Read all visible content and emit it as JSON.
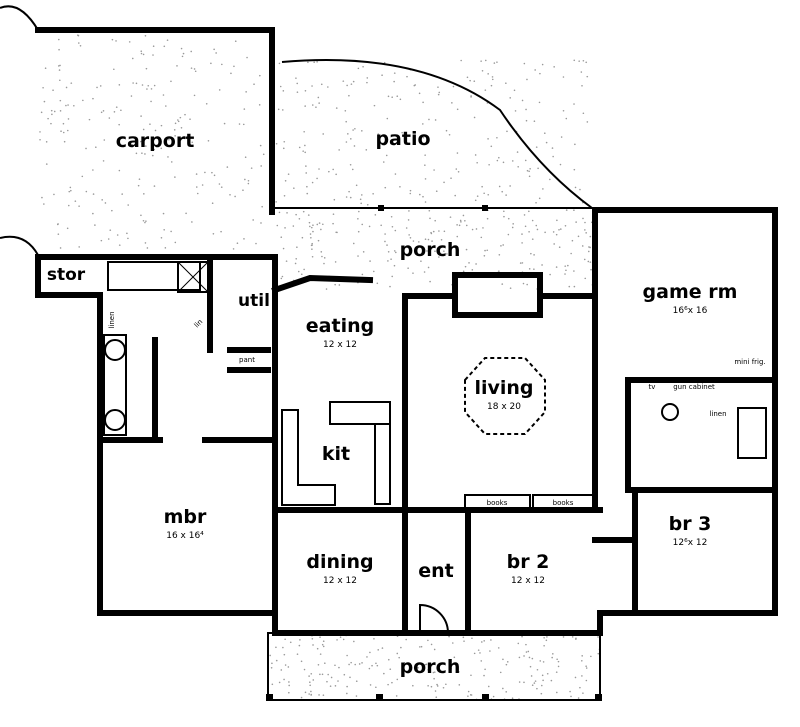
{
  "rooms": {
    "carport": {
      "name": "carport"
    },
    "patio": {
      "name": "patio"
    },
    "rear_porch": {
      "name": "porch"
    },
    "stor": {
      "name": "stor"
    },
    "util": {
      "name": "util"
    },
    "linen_mbr": {
      "name": "linen"
    },
    "lin": {
      "name": "lin"
    },
    "pant": {
      "name": "pant"
    },
    "eating": {
      "name": "eating",
      "size": "12 x 12"
    },
    "kit": {
      "name": "kit"
    },
    "living": {
      "name": "living",
      "size": "18 x 20"
    },
    "game_rm": {
      "name": "game rm",
      "size": "16⁶x 16"
    },
    "mini_frig": {
      "name": "mini frig."
    },
    "tv": {
      "name": "tv"
    },
    "gun_cabinet": {
      "name": "gun cabinet"
    },
    "linen_bath": {
      "name": "linen"
    },
    "mbr": {
      "name": "mbr",
      "size": "16 x 16⁴"
    },
    "dining": {
      "name": "dining",
      "size": "12 x 12"
    },
    "ent": {
      "name": "ent"
    },
    "br2": {
      "name": "br 2",
      "size": "12 x 12"
    },
    "br3": {
      "name": "br 3",
      "size": "12⁶x 12"
    },
    "books_left": {
      "name": "books"
    },
    "books_right": {
      "name": "books"
    },
    "front_porch": {
      "name": "porch"
    }
  }
}
